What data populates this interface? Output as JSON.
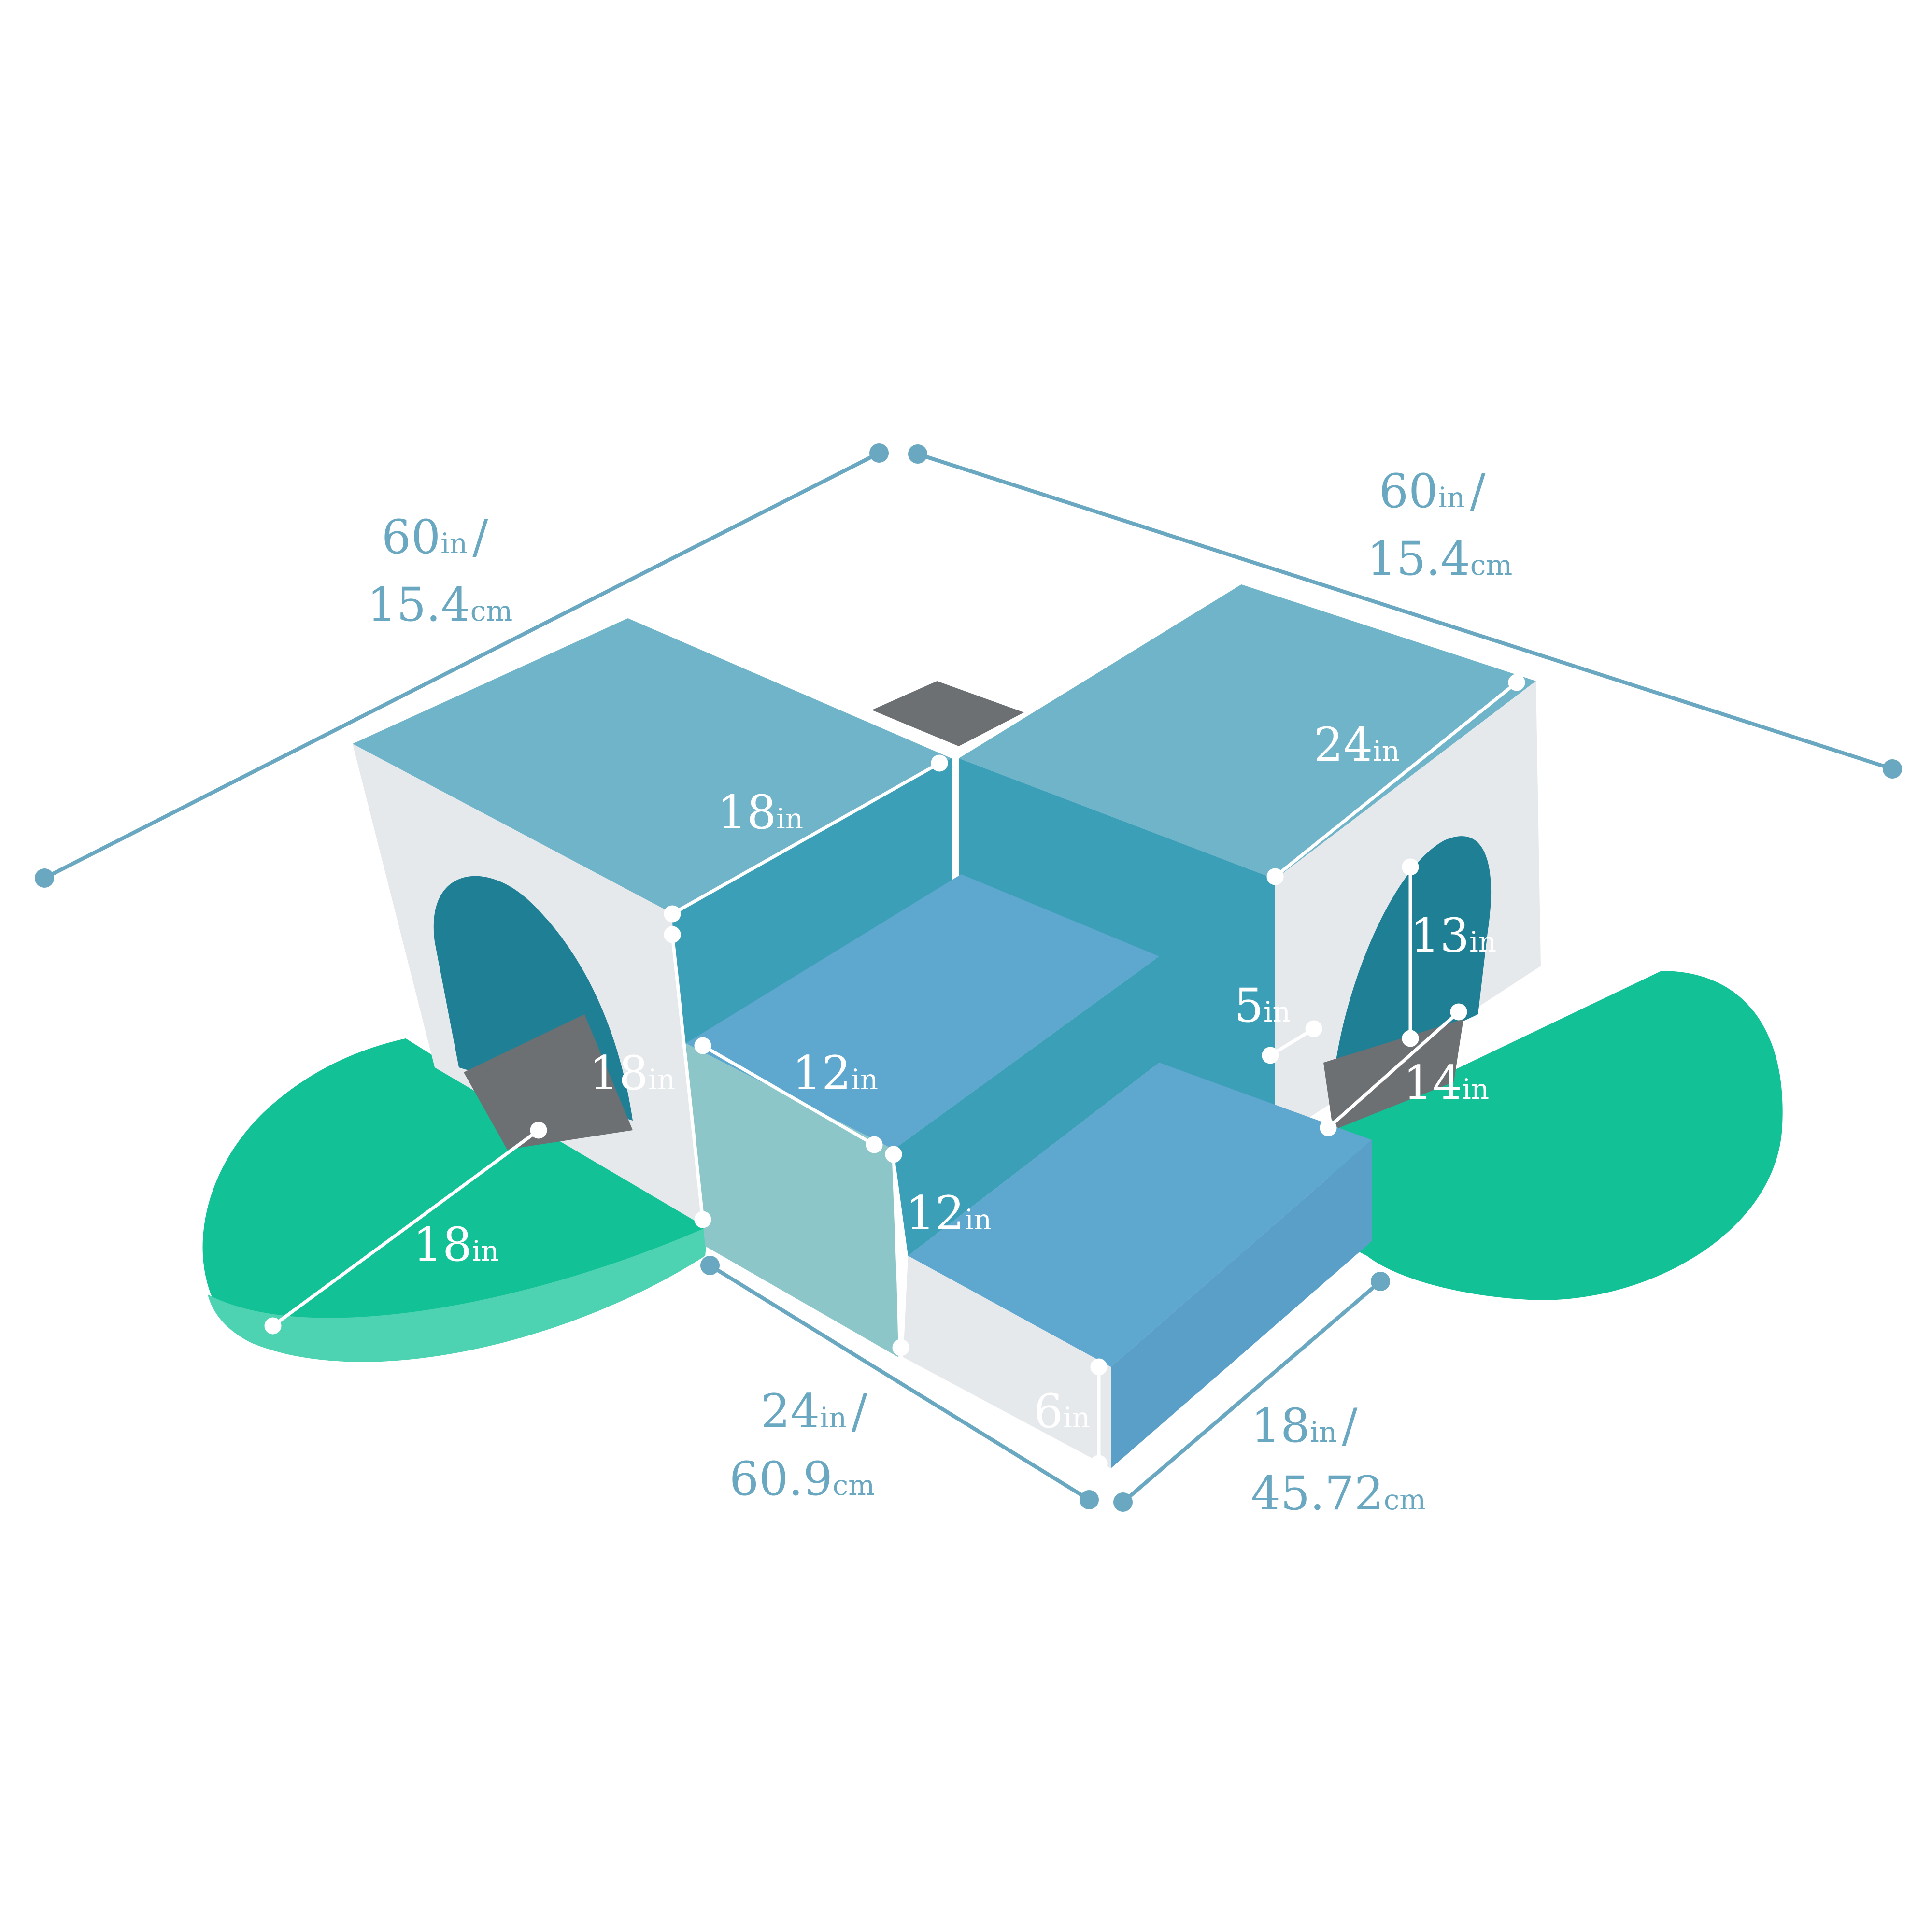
{
  "colors": {
    "dimension_line": "#6aa8c2",
    "block_top": "#6fb4c9",
    "block_front": "#3b9fb8",
    "block_side_white": "#e6e9ec",
    "mat_green": "#12c196",
    "mat_light_green": "#4dd3b1",
    "floor_gray": "#6c7073",
    "step_blue": "#5ea7cf",
    "step_teal": "#8cc6c8",
    "inner_label": "#ffffff"
  },
  "dimensions": {
    "top_left": {
      "num": "60",
      "unit": "in",
      "sep": "/",
      "metric": "15.4",
      "metric_unit": "cm"
    },
    "top_right": {
      "num": "60",
      "unit": "in",
      "sep": "/",
      "metric": "15.4",
      "metric_unit": "cm"
    },
    "bottom_left": {
      "num": "24",
      "unit": "in",
      "sep": "/",
      "metric": "60.9",
      "metric_unit": "cm"
    },
    "bottom_right": {
      "num": "18",
      "unit": "in",
      "sep": "/",
      "metric": "45.72",
      "metric_unit": "cm"
    }
  },
  "inner_labels": {
    "tunnel_left_depth": {
      "num": "18",
      "unit": "in"
    },
    "tunnel_left_height": {
      "num": "18",
      "unit": "in"
    },
    "mat_radius": {
      "num": "18",
      "unit": "in"
    },
    "step_top_depth": {
      "num": "12",
      "unit": "in"
    },
    "step_top_height": {
      "num": "12",
      "unit": "in"
    },
    "tunnel_right_depth": {
      "num": "24",
      "unit": "in"
    },
    "arch_height": {
      "num": "13",
      "unit": "in"
    },
    "arch_width": {
      "num": "14",
      "unit": "in"
    },
    "wall_thickness": {
      "num": "5",
      "unit": "in"
    },
    "step_low_height": {
      "num": "6",
      "unit": "in"
    }
  }
}
